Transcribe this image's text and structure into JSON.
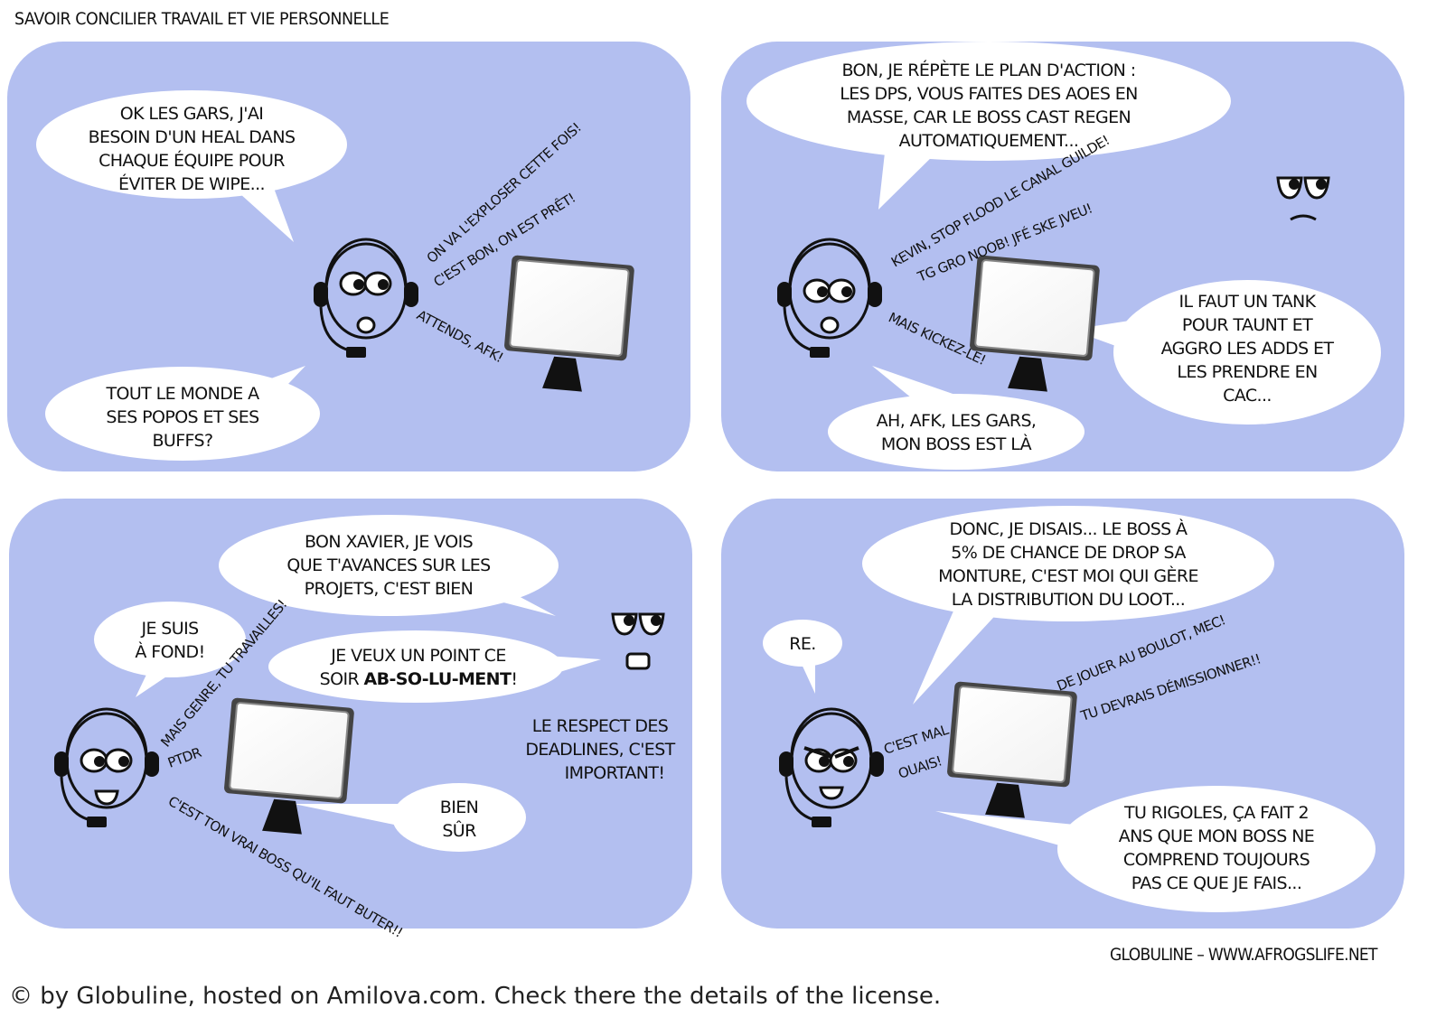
{
  "title": "SAVOIR CONCILIER TRAVAIL ET VIE PERSONNELLE",
  "colors": {
    "panel": "#b3bff0",
    "bubble": "#ffffff",
    "ink": "#111111"
  },
  "panels": [
    {
      "bubbles": [
        [
          "OK LES GARS, J'AI",
          "BESOIN D'UN HEAL DANS",
          "CHAQUE ÉQUIPE POUR",
          "ÉVITER DE WIPE..."
        ],
        [
          "TOUT LE MONDE A",
          "SES POPOS ET SES",
          "BUFFS?"
        ]
      ],
      "chat": [
        "ON VA L'EXPLOSER CETTE FOIS!",
        "C'EST BON, ON EST PRÊT!",
        "ATTENDS, AFK!"
      ]
    },
    {
      "bubbles": [
        [
          "BON, JE RÉPÈTE LE PLAN D'ACTION :",
          "LES DPS, VOUS FAITES DES AOES EN",
          "MASSE, CAR LE BOSS CAST REGEN",
          "AUTOMATIQUEMENT..."
        ],
        [
          "IL FAUT UN TANK",
          "POUR TAUNT ET",
          "AGGRO LES ADDS ET",
          "LES PRENDRE EN",
          "CAC..."
        ],
        [
          "AH, AFK, LES GARS,",
          "MON BOSS EST LÀ"
        ]
      ],
      "chat": [
        "KEVIN, STOP FLOOD LE CANAL GUILDE!",
        "TG GRO NOOB! JFÉ SKE JVEU!",
        "MAIS KICKEZ-LE!"
      ]
    },
    {
      "bubbles": [
        [
          "BON XAVIER, JE VOIS",
          "QUE T'AVANCES SUR LES",
          "PROJETS, C'EST BIEN"
        ],
        [
          "JE SUIS",
          "À FOND!"
        ],
        [
          "JE VEUX UN POINT CE",
          "SOIR "
        ],
        [
          "BIEN",
          "SÛR"
        ]
      ],
      "emphasis": "AB-SO-LU-MENT",
      "emphasis_end": "!",
      "caption": [
        "LE RESPECT DES",
        "DEADLINES, C'EST",
        "IMPORTANT!"
      ],
      "chat": [
        "MAIS GENRE, TU TRAVAILLES!",
        "PTDR",
        "C'EST TON VRAI BOSS QU'IL FAUT BUTER!!"
      ]
    },
    {
      "bubbles": [
        [
          "DONC, JE DISAIS... LE BOSS À",
          "5% DE CHANCE DE DROP SA",
          "MONTURE, C'EST MOI QUI GÈRE",
          "LA DISTRIBUTION DU LOOT..."
        ],
        [
          "RE."
        ],
        [
          "TU RIGOLES, ÇA FAIT 2",
          "ANS QUE MON BOSS NE",
          "COMPREND TOUJOURS",
          "PAS CE QUE JE FAIS..."
        ]
      ],
      "chat": [
        "DE JOUER AU BOULOT, MEC!",
        "TU DEVRAIS DÉMISSIONNER!!",
        "C'EST MAL",
        "OUAIS!"
      ]
    }
  ],
  "signature": "GLOBULINE – WWW.AFROGSLIFE.NET",
  "license": "© by Globuline, hosted on Amilova.com. Check there the details of the license."
}
